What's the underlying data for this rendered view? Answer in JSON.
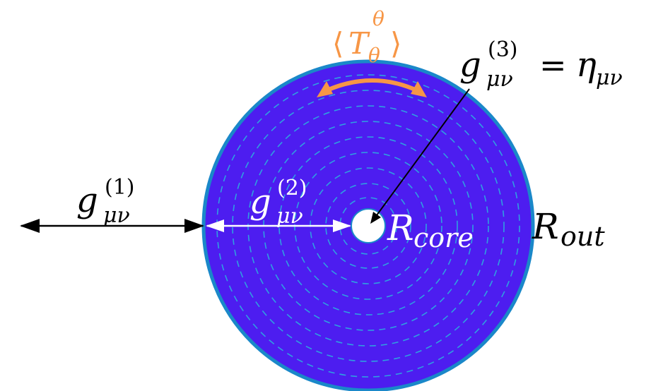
{
  "colors": {
    "disk_fill": "#4d1df0",
    "disk_edge": "#1a88c9",
    "ring_dash": "#2fa0e0",
    "core_fill": "#ffffff",
    "text": "#000000",
    "accent_orange": "#f79646",
    "arrow_white": "#ffffff",
    "arrow_black": "#000000"
  },
  "labels": {
    "g1": {
      "base": "g",
      "sub": "μν",
      "sup": "(1)"
    },
    "g2": {
      "base": "g",
      "sub": "μν",
      "sup": "(2)"
    },
    "g3": {
      "base": "g",
      "sub": "μν",
      "sup": "(3)",
      "rhs_base": "η",
      "rhs_sub": "μν",
      "equals": "="
    },
    "r_core": {
      "base": "R",
      "sub": "core"
    },
    "r_out": {
      "base": "R",
      "sub": "out"
    },
    "stress": {
      "open": "⟨",
      "base": "T",
      "sup": "θ",
      "sub": "θ",
      "close": "⟩"
    }
  },
  "icons": {
    "exterior_arrow": "double-headed-arrow",
    "interior_arrow": "double-headed-arrow",
    "core_pointer": "arrow",
    "stress_arc": "curved-double-arrow"
  }
}
